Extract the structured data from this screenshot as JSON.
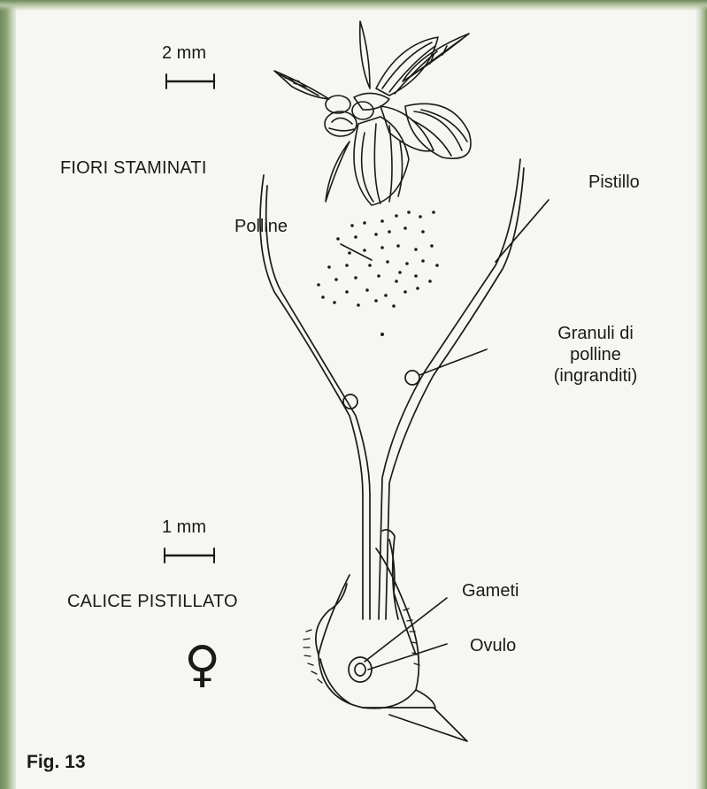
{
  "scale_top": "2 mm",
  "scale_bottom": "1 mm",
  "labels": {
    "staminate": "FIORI STAMINATI",
    "pollen": "Polline",
    "pistil": "Pistillo",
    "pollen_grains_line1": "Granuli di",
    "pollen_grains_line2": "polline",
    "pollen_grains_line3": "(ingranditi)",
    "pistillate": "CALICE PISTILLATO",
    "gametes": "Gameti",
    "ovule": "Ovulo",
    "female_symbol": "♀",
    "figure": "Fig. 13"
  },
  "colors": {
    "ink": "#1a1a1a",
    "paper": "#f6f6f2",
    "frame": "#7e9868"
  }
}
